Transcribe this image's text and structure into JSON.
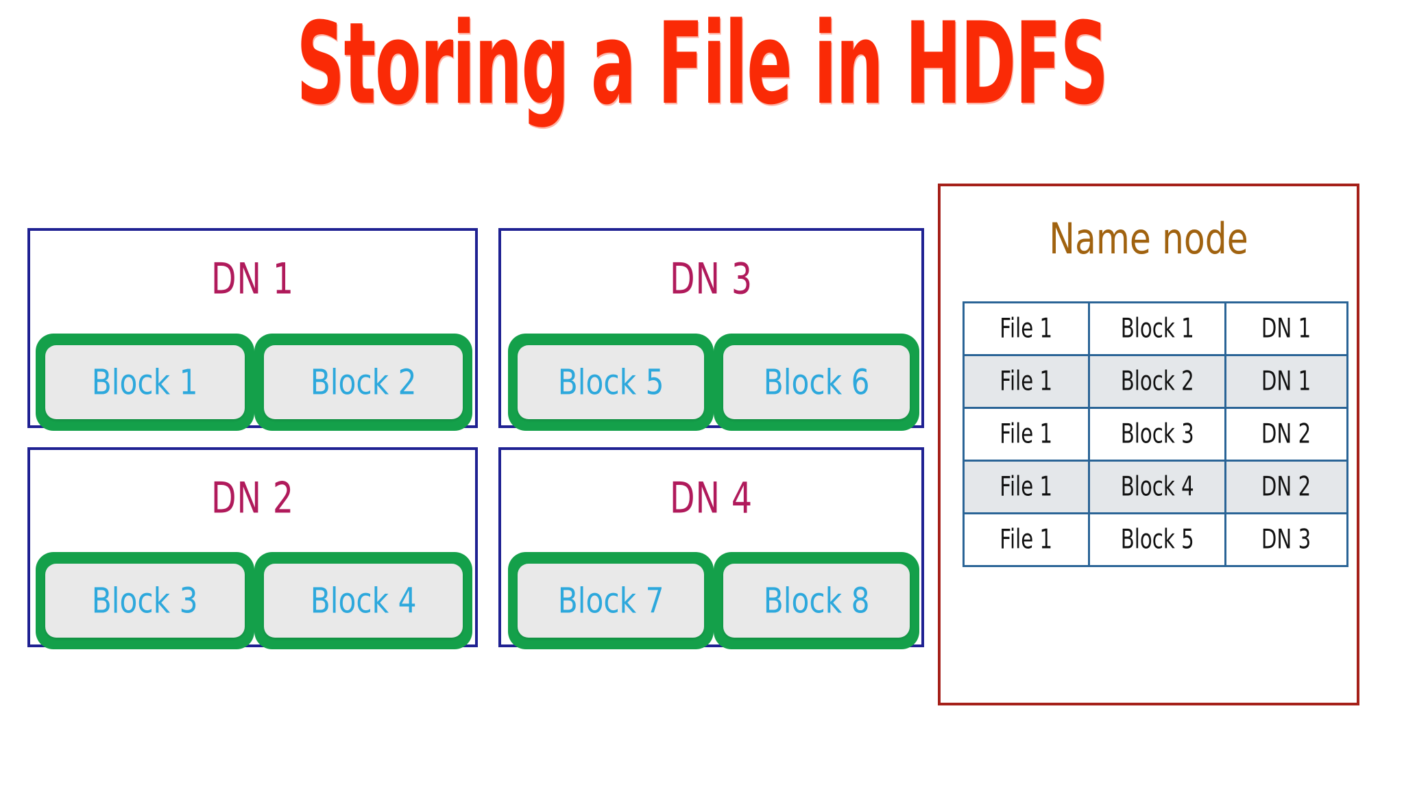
{
  "title": "Storing a File in HDFS",
  "colors": {
    "title_red": "#fa2a06",
    "datanode_border": "#1f2192",
    "datanode_label": "#b01a5b",
    "block_green": "#14a04a",
    "block_fill": "#e9e9e9",
    "block_text": "#2da8dc",
    "namenode_border": "#a52019",
    "namenode_title": "#a0620f",
    "table_border": "#2a6496",
    "table_alt_row": "#e4e7ea"
  },
  "datanodes": [
    {
      "label": "DN 1",
      "blocks": [
        "Block 1",
        "Block 2"
      ]
    },
    {
      "label": "DN 3",
      "blocks": [
        "Block 5",
        "Block 6"
      ]
    },
    {
      "label": "DN 2",
      "blocks": [
        "Block 3",
        "Block 4"
      ]
    },
    {
      "label": "DN 4",
      "blocks": [
        "Block 7",
        "Block 8"
      ]
    }
  ],
  "namenode": {
    "title": "Name node",
    "table": {
      "rows": [
        {
          "file": "File 1",
          "block": "Block 1",
          "datanode": "DN 1"
        },
        {
          "file": "File 1",
          "block": "Block 2",
          "datanode": "DN 1"
        },
        {
          "file": "File 1",
          "block": "Block 3",
          "datanode": "DN 2"
        },
        {
          "file": "File 1",
          "block": "Block 4",
          "datanode": "DN 2"
        },
        {
          "file": "File 1",
          "block": "Block 5",
          "datanode": "DN 3"
        }
      ]
    }
  }
}
